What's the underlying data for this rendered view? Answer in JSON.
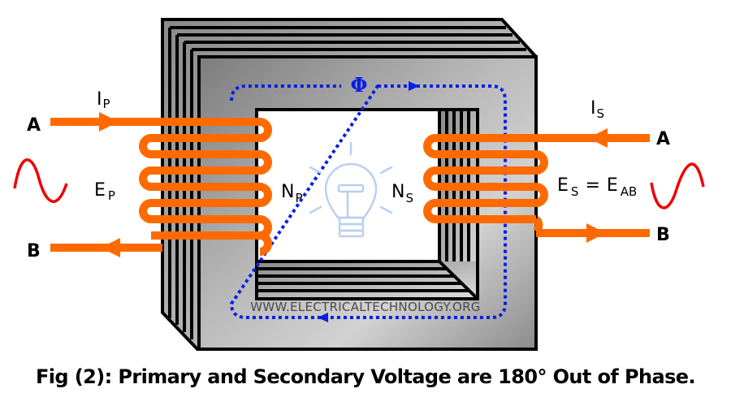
{
  "figure": {
    "caption": "Fig (2): Primary and Secondary Voltage are 180° Out of Phase.",
    "watermark": "WWW.ELECTRICALTECHNOLOGY.ORG"
  },
  "flux": {
    "symbol": "Φ",
    "color": "#0a1fe6"
  },
  "primary": {
    "terminal_top": "A",
    "terminal_bottom": "B",
    "current_main": "I",
    "current_sub": "P",
    "emf_main": "E",
    "emf_sub": "P",
    "turns_main": "N",
    "turns_sub": "P",
    "turns_count": 5
  },
  "secondary": {
    "terminal_top": "A",
    "terminal_bottom": "B",
    "current_main": "I",
    "current_sub": "S",
    "emf_main": "E",
    "emf_sub": "S",
    "emf_equals": "=",
    "emf_ab_main": "E",
    "emf_ab_sub": "AB",
    "turns_main": "N",
    "turns_sub": "S",
    "turns_count": 4
  },
  "colors": {
    "winding": "#ff6a00",
    "sine_wave": "#ee0000",
    "bulb": "#b8cff5",
    "core_dark": "#8a8a8a",
    "core_light": "#d6d6d6"
  }
}
